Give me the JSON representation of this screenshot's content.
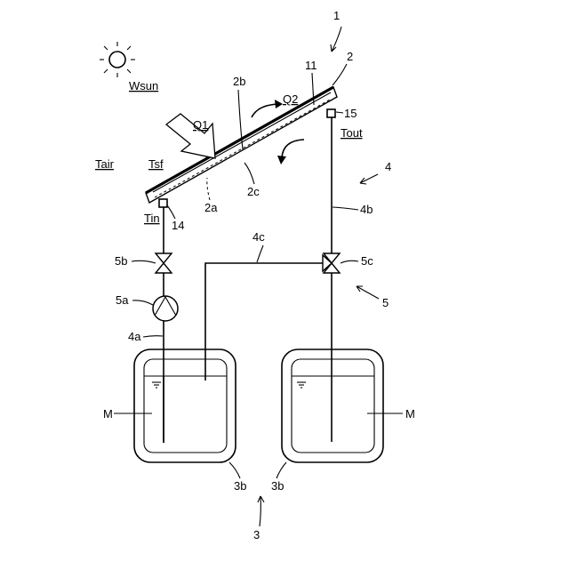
{
  "labels": {
    "system": "1",
    "collector": "2",
    "side_2a": "2a",
    "side_2b": "2b",
    "side_2c": "2c",
    "tanks": "3",
    "tank_wall_left": "3b",
    "tank_wall_right": "3b",
    "piping": "4",
    "pipe_4a": "4a",
    "pipe_4b": "4b",
    "pipe_4c": "4c",
    "valves": "5",
    "pump": "5a",
    "valve_5b": "5b",
    "valve_5c": "5c",
    "plate_11": "11",
    "inlet_header": "14",
    "outlet_header": "15",
    "medium_left": "M",
    "medium_right": "M"
  },
  "annotations": {
    "solar_radiation": "Wsun",
    "air_temp": "Tair",
    "surface_temp": "Tsf",
    "inlet_temp": "Tin",
    "outlet_temp": "Tout",
    "heat_in": "Q1",
    "heat_out": "Q2"
  },
  "icons": {
    "sun": "sun-icon",
    "pump": "pump-icon",
    "valve": "valve-icon",
    "three_way_valve": "three-way-valve-icon",
    "water_level": "water-level-icon"
  },
  "colors": {
    "ink": "#000000",
    "background": "#ffffff"
  }
}
